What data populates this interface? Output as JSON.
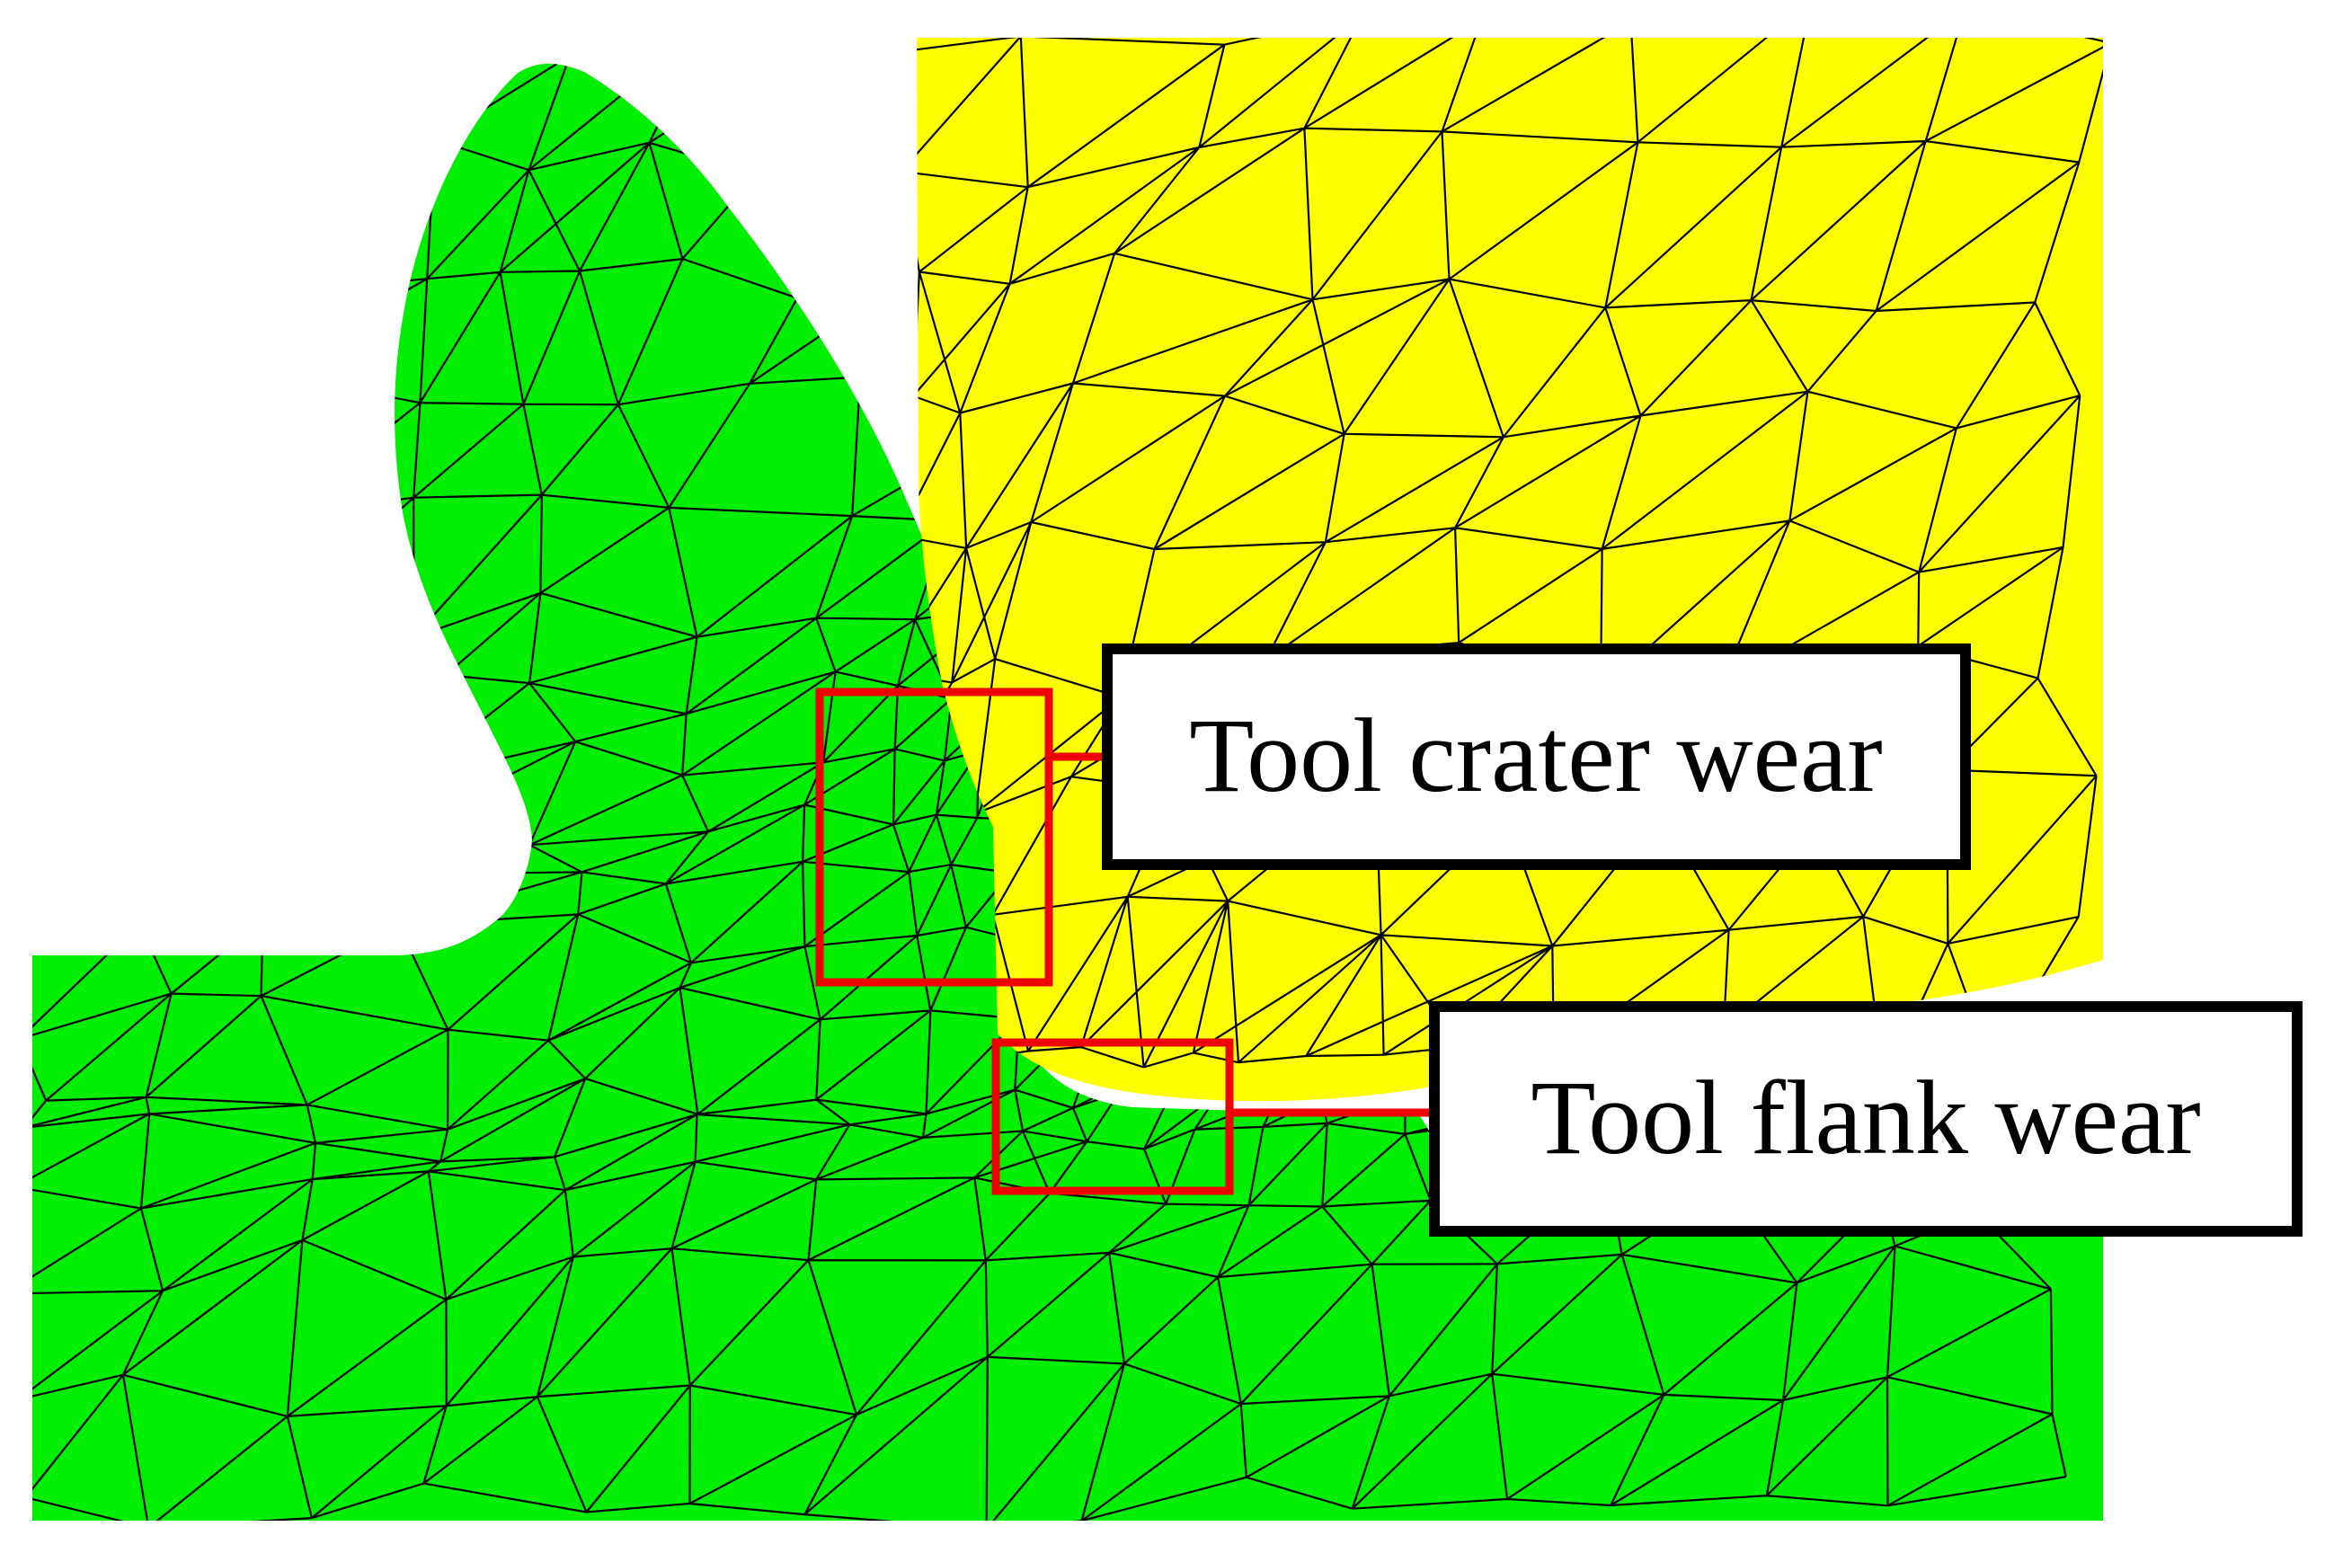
{
  "figure": {
    "colors": {
      "workpiece": "#00ee00",
      "tool": "#ffff00",
      "mesh_lines": "#000000",
      "highlight_box": "#ee0000",
      "callout_border": "#000000",
      "callout_fill": "#ffffff"
    },
    "callouts": [
      {
        "id": "crater",
        "label": "Tool crater wear"
      },
      {
        "id": "flank",
        "label": "Tool flank wear"
      }
    ]
  }
}
